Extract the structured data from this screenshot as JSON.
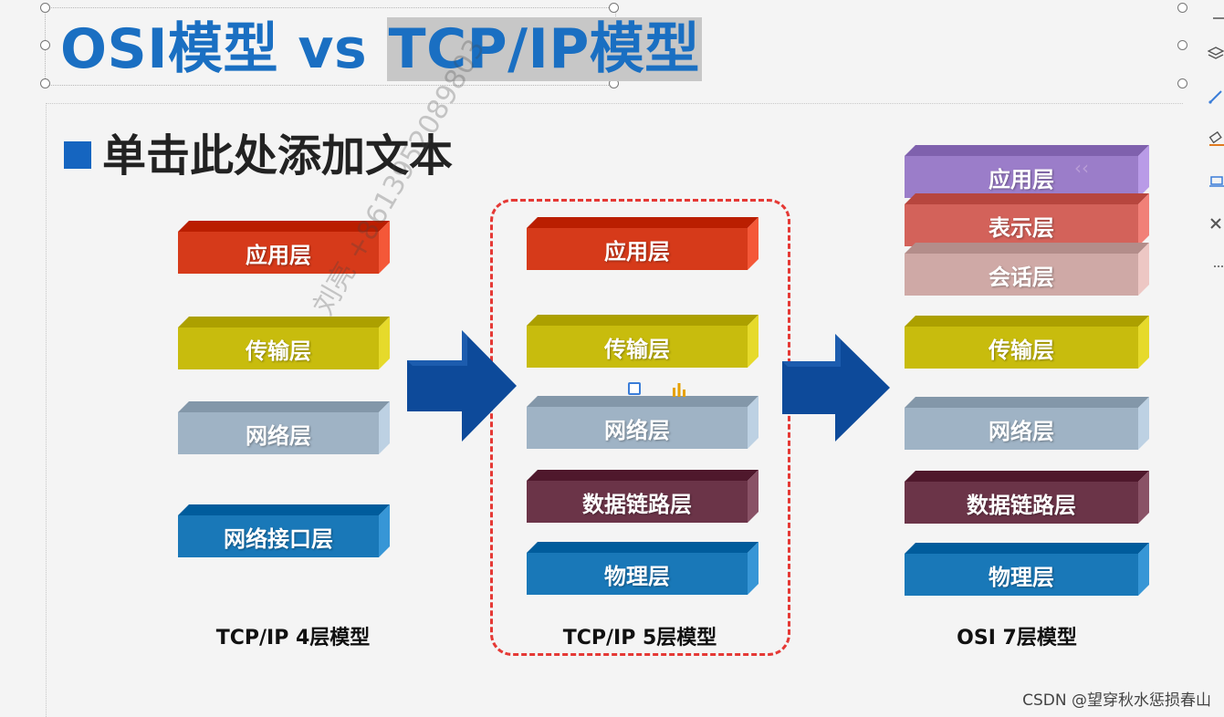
{
  "title": {
    "part1": "OSI模型 vs ",
    "part2": "TCP/IP模型"
  },
  "placeholder_text": "单击此处添加文本",
  "models": [
    {
      "caption": "TCP/IP 4层模型",
      "layers": [
        {
          "label": "应用层",
          "color": "#d63a1a"
        },
        {
          "label": "传输层",
          "color": "#c8bc0d"
        },
        {
          "label": "网络层",
          "color": "#9fb3c5"
        },
        {
          "label": "网络接口层",
          "color": "#1978b8"
        }
      ]
    },
    {
      "caption": "TCP/IP 5层模型",
      "layers": [
        {
          "label": "应用层",
          "color": "#d63a1a"
        },
        {
          "label": "传输层",
          "color": "#c8bc0d"
        },
        {
          "label": "网络层",
          "color": "#9fb3c5"
        },
        {
          "label": "数据链路层",
          "color": "#6b3448"
        },
        {
          "label": "物理层",
          "color": "#1978b8"
        }
      ]
    },
    {
      "caption": "OSI 7层模型",
      "layers": [
        {
          "label": "应用层",
          "color": "#9b7dc9"
        },
        {
          "label": "表示层",
          "color": "#d3625a"
        },
        {
          "label": "会话层",
          "color": "#cfa9a6"
        },
        {
          "label": "传输层",
          "color": "#c8bc0d"
        },
        {
          "label": "网络层",
          "color": "#9fb3c5"
        },
        {
          "label": "数据链路层",
          "color": "#6b3448"
        },
        {
          "label": "物理层",
          "color": "#1978b8"
        }
      ]
    }
  ],
  "watermark": "刘亮 +8613952089803",
  "credit": "CSDN @望穿秋水惩损春山",
  "colors": {
    "title_blue": "#1a6fc2",
    "arrow_blue": "#0d4a9a",
    "dashed_red": "#e53935",
    "bullet_blue": "#1565c0"
  },
  "toolbar_icons": [
    "minimize-icon",
    "layers-icon",
    "pen-icon",
    "eraser-icon",
    "laptop-icon",
    "tools-icon",
    "more-icon"
  ]
}
